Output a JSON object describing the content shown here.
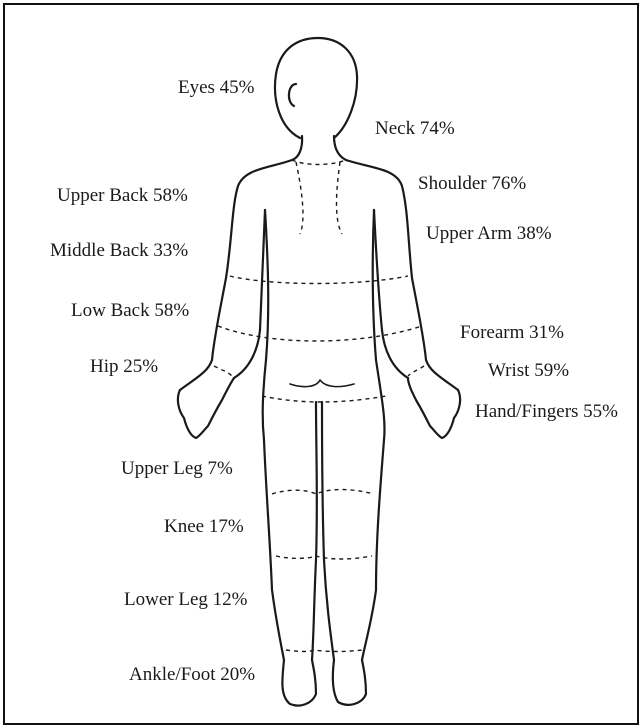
{
  "regions": [
    {
      "id": "eyes",
      "label": "Eyes 45%"
    },
    {
      "id": "neck",
      "label": "Neck 74%"
    },
    {
      "id": "shoulder",
      "label": "Shoulder 76%"
    },
    {
      "id": "upper-back",
      "label": "Upper Back 58%"
    },
    {
      "id": "upper-arm",
      "label": "Upper Arm 38%"
    },
    {
      "id": "middle-back",
      "label": "Middle Back 33%"
    },
    {
      "id": "low-back",
      "label": "Low Back 58%"
    },
    {
      "id": "forearm",
      "label": "Forearm 31%"
    },
    {
      "id": "hip",
      "label": "Hip 25%"
    },
    {
      "id": "wrist",
      "label": "Wrist 59%"
    },
    {
      "id": "hand-fingers",
      "label": "Hand/Fingers 55%"
    },
    {
      "id": "upper-leg",
      "label": "Upper Leg 7%"
    },
    {
      "id": "knee",
      "label": "Knee 17%"
    },
    {
      "id": "lower-leg",
      "label": "Lower Leg 12%"
    },
    {
      "id": "ankle-foot",
      "label": "Ankle/Foot 20%"
    }
  ],
  "colors": {
    "line": "#1a1a1a",
    "background": "#ffffff"
  }
}
